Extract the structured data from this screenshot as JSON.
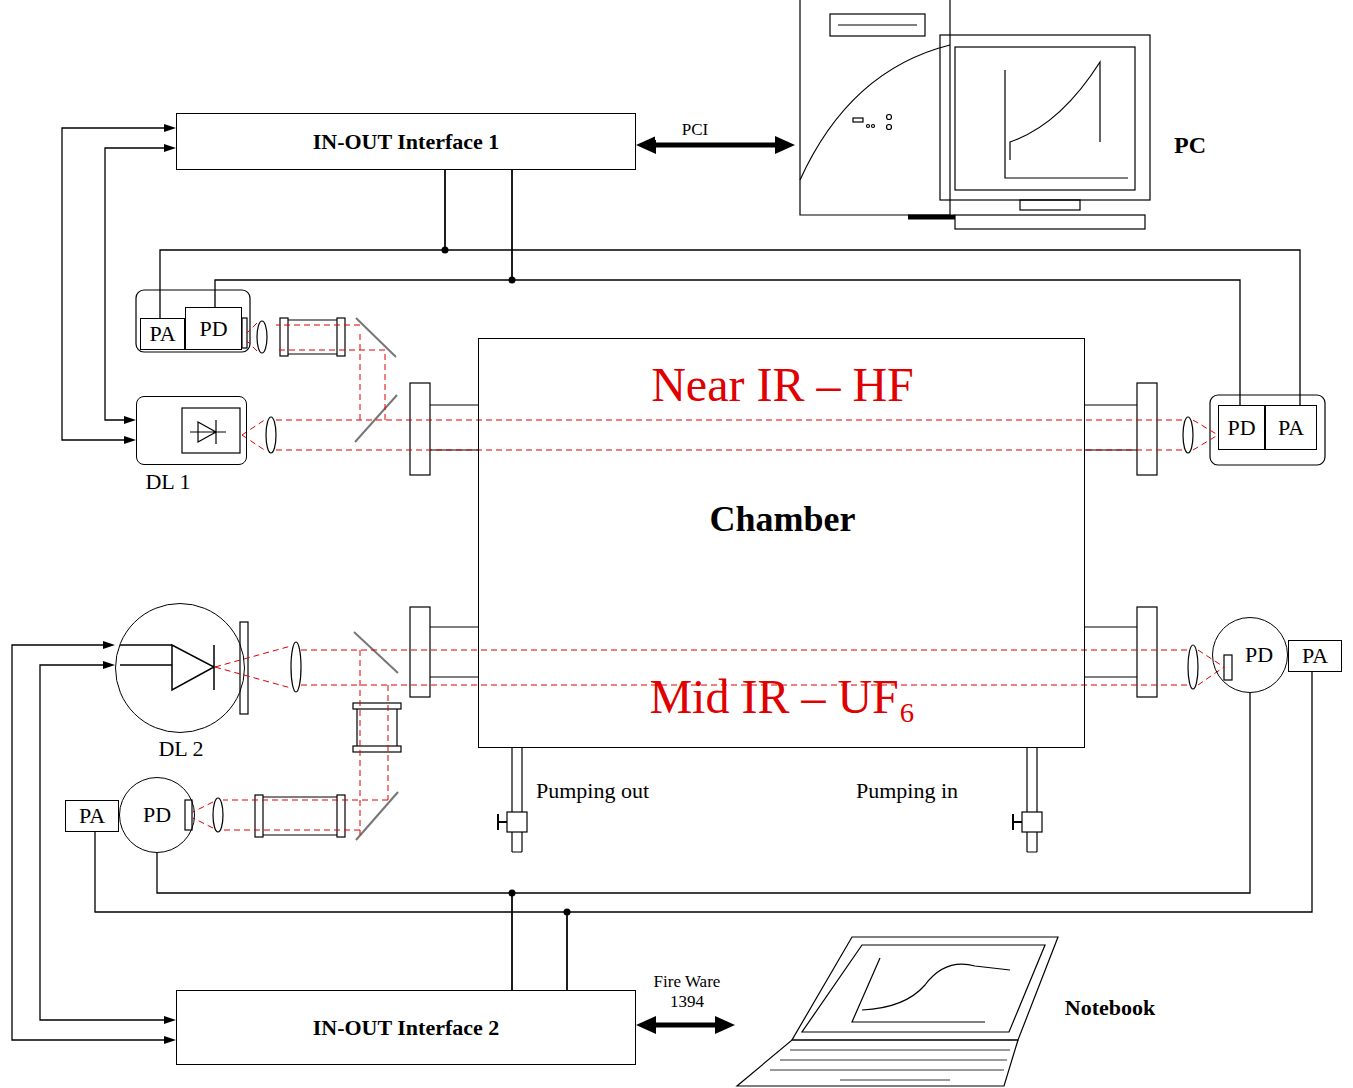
{
  "diagram": {
    "nodes": [
      {
        "text": [
          "IN-OUT Interface  1"
        ]
      },
      {
        "text": [
          "PC"
        ]
      },
      {
        "text": [
          "PA"
        ]
      },
      {
        "text": [
          "PD"
        ]
      },
      {
        "text": [
          "DL 1"
        ]
      },
      {
        "text": [
          "Near IR – HF",
          "Chamber",
          "Mid IR – UF₆"
        ]
      },
      {
        "text": [
          "PD"
        ]
      },
      {
        "text": [
          "PA"
        ]
      },
      {
        "text": [
          "DL 2"
        ]
      },
      {
        "text": [
          "PA"
        ]
      },
      {
        "text": [
          "PD"
        ]
      },
      {
        "text": [
          "PD"
        ]
      },
      {
        "text": [
          "PA"
        ]
      },
      {
        "text": [
          "IN-OUT Interface  2"
        ]
      },
      {
        "text": [
          "Notebook"
        ]
      }
    ],
    "edges": [
      {
        "from": 0,
        "to": 1,
        "label": "PCI",
        "arrow": "both"
      },
      {
        "from": 4,
        "to": 0,
        "arrow": "both"
      },
      {
        "from": 4,
        "to": 0,
        "arrow": "both"
      },
      {
        "from": 0,
        "to": 2,
        "arrow": "none"
      },
      {
        "from": 0,
        "to": 7,
        "arrow": "none"
      },
      {
        "from": 0,
        "to": 3,
        "arrow": "none"
      },
      {
        "from": 0,
        "to": 6,
        "arrow": "none"
      },
      {
        "from": 8,
        "to": 13,
        "arrow": "both"
      },
      {
        "from": 8,
        "to": 13,
        "arrow": "both"
      },
      {
        "from": 13,
        "to": 10,
        "arrow": "none"
      },
      {
        "from": 13,
        "to": 11,
        "arrow": "none"
      },
      {
        "from": 13,
        "to": 9,
        "arrow": "none"
      },
      {
        "from": 13,
        "to": 12,
        "arrow": "none"
      },
      {
        "from": 13,
        "to": 14,
        "label": "Fire Ware 1394",
        "arrow": "both"
      }
    ],
    "labels": [
      "Pumping out",
      "Pumping in"
    ]
  }
}
